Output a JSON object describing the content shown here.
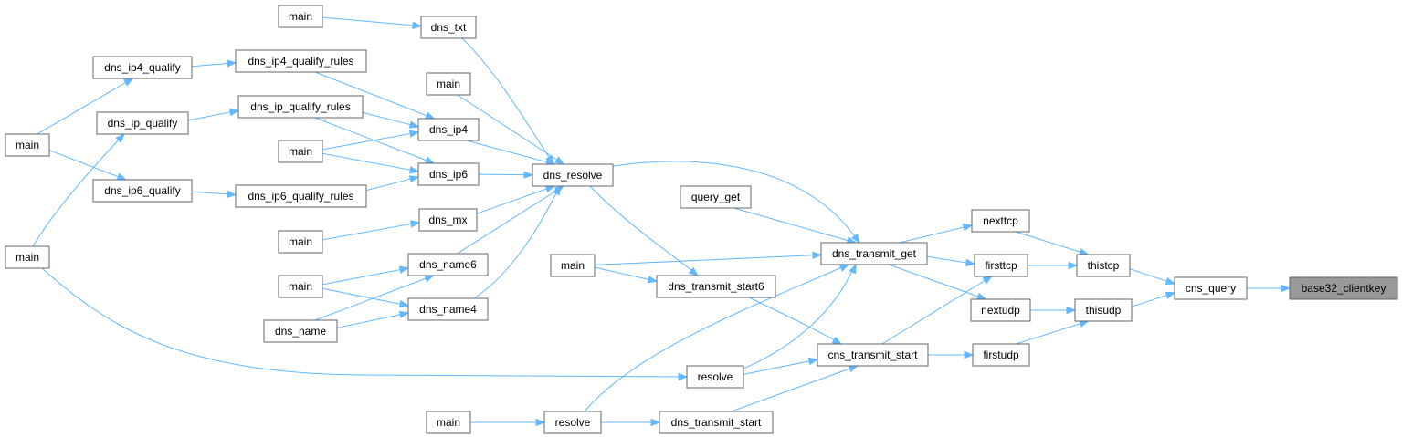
{
  "diagram": {
    "title": "base32_clientkey caller graph",
    "colors": {
      "edge": "#63b8ff",
      "node_border": "#666666",
      "root_fill": "#999999",
      "node_fill": "#ffffff"
    },
    "nodes": [
      {
        "id": "base32_clientkey",
        "label": "base32_clientkey",
        "root": true
      },
      {
        "id": "cns_query",
        "label": "cns_query"
      },
      {
        "id": "thistcp",
        "label": "thistcp"
      },
      {
        "id": "thisudp",
        "label": "thisudp"
      },
      {
        "id": "nexttcp",
        "label": "nexttcp"
      },
      {
        "id": "firsttcp",
        "label": "firsttcp"
      },
      {
        "id": "nextudp",
        "label": "nextudp"
      },
      {
        "id": "firstudp",
        "label": "firstudp"
      },
      {
        "id": "dns_transmit_get",
        "label": "dns_transmit_get"
      },
      {
        "id": "cns_transmit_start",
        "label": "cns_transmit_start"
      },
      {
        "id": "query_get",
        "label": "query_get"
      },
      {
        "id": "dns_resolve",
        "label": "dns_resolve"
      },
      {
        "id": "dns_transmit_start6",
        "label": "dns_transmit_start6"
      },
      {
        "id": "dns_transmit_start",
        "label": "dns_transmit_start"
      },
      {
        "id": "resolve_a",
        "label": "resolve"
      },
      {
        "id": "resolve_b",
        "label": "resolve"
      },
      {
        "id": "main_mid",
        "label": "main"
      },
      {
        "id": "main_bottom",
        "label": "main"
      },
      {
        "id": "dns_txt",
        "label": "dns_txt"
      },
      {
        "id": "dns_ip4",
        "label": "dns_ip4"
      },
      {
        "id": "dns_ip6",
        "label": "dns_ip6"
      },
      {
        "id": "dns_mx",
        "label": "dns_mx"
      },
      {
        "id": "dns_name6",
        "label": "dns_name6"
      },
      {
        "id": "dns_name4",
        "label": "dns_name4"
      },
      {
        "id": "main_resolve",
        "label": "main"
      },
      {
        "id": "main_txt",
        "label": "main"
      },
      {
        "id": "main_ip",
        "label": "main"
      },
      {
        "id": "main_mx",
        "label": "main"
      },
      {
        "id": "main_name",
        "label": "main"
      },
      {
        "id": "dns_name",
        "label": "dns_name"
      },
      {
        "id": "dns_ip4_qualify_rules",
        "label": "dns_ip4_qualify_rules"
      },
      {
        "id": "dns_ip_qualify_rules",
        "label": "dns_ip_qualify_rules"
      },
      {
        "id": "dns_ip6_qualify_rules",
        "label": "dns_ip6_qualify_rules"
      },
      {
        "id": "dns_ip4_qualify",
        "label": "dns_ip4_qualify"
      },
      {
        "id": "dns_ip_qualify",
        "label": "dns_ip_qualify"
      },
      {
        "id": "dns_ip6_qualify",
        "label": "dns_ip6_qualify"
      },
      {
        "id": "main_left_top",
        "label": "main"
      },
      {
        "id": "main_left_bottom",
        "label": "main"
      }
    ],
    "edges": [
      {
        "from": "cns_query",
        "to": "base32_clientkey"
      },
      {
        "from": "thistcp",
        "to": "cns_query"
      },
      {
        "from": "thisudp",
        "to": "cns_query"
      },
      {
        "from": "nexttcp",
        "to": "thistcp"
      },
      {
        "from": "firsttcp",
        "to": "thistcp"
      },
      {
        "from": "nextudp",
        "to": "thisudp"
      },
      {
        "from": "firstudp",
        "to": "thisudp"
      },
      {
        "from": "dns_transmit_get",
        "to": "nexttcp"
      },
      {
        "from": "dns_transmit_get",
        "to": "firsttcp"
      },
      {
        "from": "dns_transmit_get",
        "to": "nextudp"
      },
      {
        "from": "cns_transmit_start",
        "to": "firsttcp"
      },
      {
        "from": "cns_transmit_start",
        "to": "firstudp"
      },
      {
        "from": "query_get",
        "to": "dns_transmit_get"
      },
      {
        "from": "dns_resolve",
        "to": "dns_transmit_get"
      },
      {
        "from": "main_mid",
        "to": "dns_transmit_get"
      },
      {
        "from": "resolve_a",
        "to": "dns_transmit_get"
      },
      {
        "from": "resolve_b",
        "to": "dns_transmit_get"
      },
      {
        "from": "dns_transmit_start6",
        "to": "cns_transmit_start"
      },
      {
        "from": "dns_transmit_start",
        "to": "cns_transmit_start"
      },
      {
        "from": "resolve_a",
        "to": "cns_transmit_start"
      },
      {
        "from": "dns_resolve",
        "to": "dns_transmit_start6"
      },
      {
        "from": "main_mid",
        "to": "dns_transmit_start6"
      },
      {
        "from": "main_bottom",
        "to": "resolve_b"
      },
      {
        "from": "resolve_b",
        "to": "dns_transmit_start"
      },
      {
        "from": "main_left_bottom",
        "to": "resolve_a"
      },
      {
        "from": "dns_txt",
        "to": "dns_resolve"
      },
      {
        "from": "main_resolve",
        "to": "dns_resolve"
      },
      {
        "from": "dns_ip4",
        "to": "dns_resolve"
      },
      {
        "from": "dns_ip6",
        "to": "dns_resolve"
      },
      {
        "from": "dns_mx",
        "to": "dns_resolve"
      },
      {
        "from": "dns_name6",
        "to": "dns_resolve"
      },
      {
        "from": "dns_name4",
        "to": "dns_resolve"
      },
      {
        "from": "main_txt",
        "to": "dns_txt"
      },
      {
        "from": "dns_ip4_qualify_rules",
        "to": "dns_ip4"
      },
      {
        "from": "dns_ip_qualify_rules",
        "to": "dns_ip4"
      },
      {
        "from": "main_ip",
        "to": "dns_ip4"
      },
      {
        "from": "dns_ip_qualify_rules",
        "to": "dns_ip6"
      },
      {
        "from": "main_ip",
        "to": "dns_ip6"
      },
      {
        "from": "dns_ip6_qualify_rules",
        "to": "dns_ip6"
      },
      {
        "from": "main_mx",
        "to": "dns_mx"
      },
      {
        "from": "main_name",
        "to": "dns_name6"
      },
      {
        "from": "main_name",
        "to": "dns_name4"
      },
      {
        "from": "dns_name",
        "to": "dns_name6"
      },
      {
        "from": "dns_name",
        "to": "dns_name4"
      },
      {
        "from": "dns_ip4_qualify",
        "to": "dns_ip4_qualify_rules"
      },
      {
        "from": "dns_ip_qualify",
        "to": "dns_ip_qualify_rules"
      },
      {
        "from": "dns_ip6_qualify",
        "to": "dns_ip6_qualify_rules"
      },
      {
        "from": "main_left_top",
        "to": "dns_ip4_qualify"
      },
      {
        "from": "main_left_top",
        "to": "dns_ip6_qualify"
      },
      {
        "from": "main_left_bottom",
        "to": "dns_ip_qualify"
      }
    ]
  }
}
